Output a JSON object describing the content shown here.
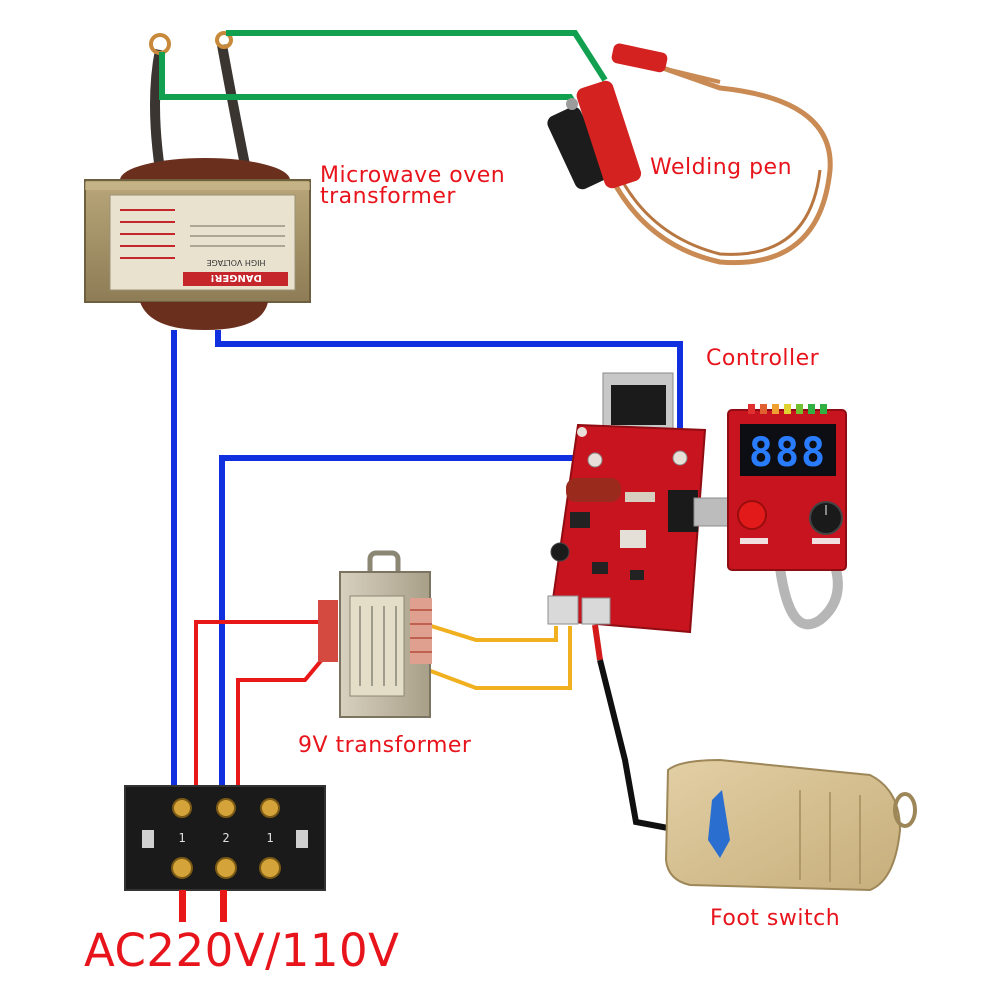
{
  "labels": {
    "microwave_line1": "Microwave oven",
    "microwave_line2": "transformer",
    "welding_pen": "Welding pen",
    "controller": "Controller",
    "transformer_9v": "9V transformer",
    "foot_switch": "Foot switch",
    "ac_supply": "AC220V/110V"
  },
  "microwave_plate": {
    "warning": "DANGER!",
    "voltage": "HIGH VOLTAGE"
  },
  "display": {
    "digits": "888"
  },
  "terminal_block": {
    "numbers": [
      "1",
      "2",
      "1"
    ]
  },
  "colors": {
    "label": "#e8141c",
    "wire_mains": "#1030e0",
    "wire_primary": "#e81818",
    "wire_secondary": "#f0b020",
    "wire_output": "#10a050",
    "wire_switch": "#101010",
    "pcb": "#c8141e",
    "display_digits": "#2a7cff"
  }
}
